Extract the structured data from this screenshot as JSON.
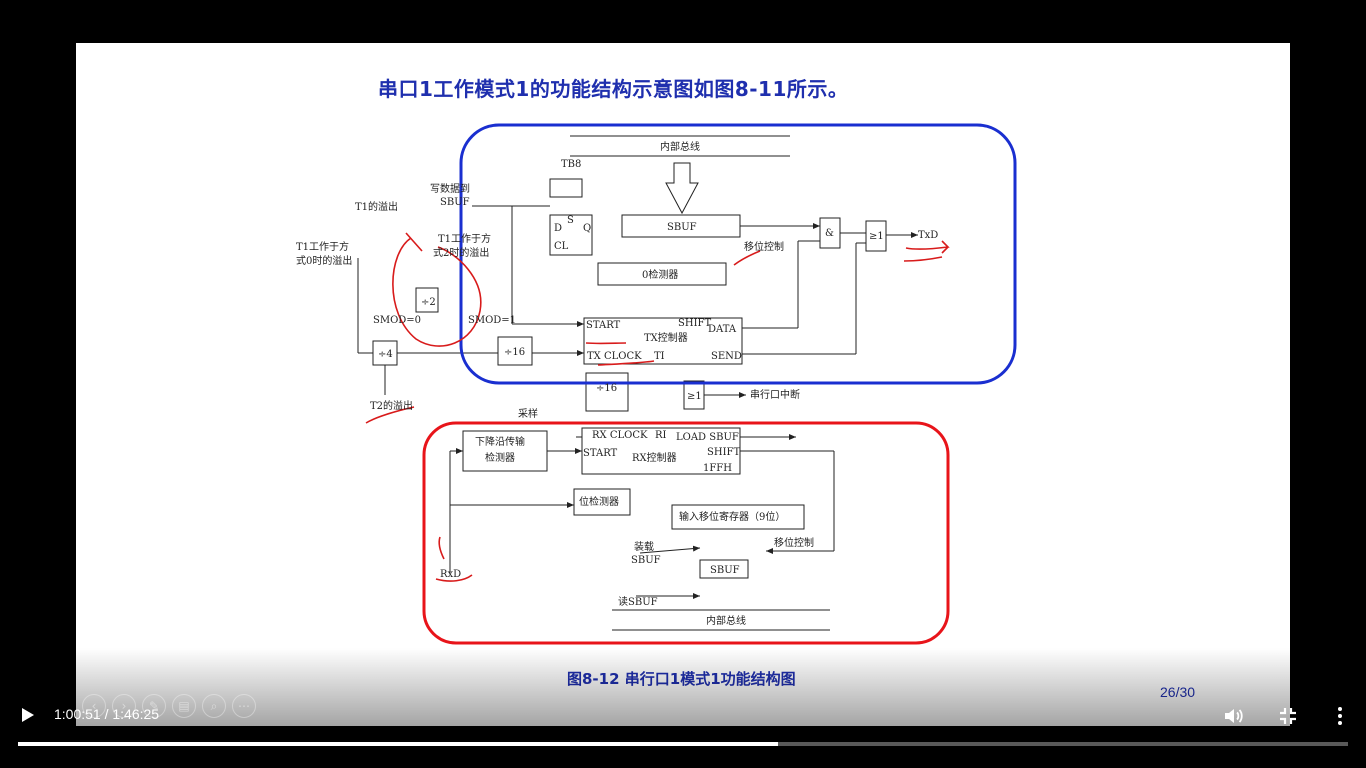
{
  "slide": {
    "title": "串口1工作模式1的功能结构示意图如图8-11所示。",
    "caption": "图8-12  串行口1模式1功能结构图",
    "counter": "26/30"
  },
  "diagram_labels": {
    "internal_bus_top": "内部总线",
    "tb8": "TB8",
    "write_sbuf_1": "写数据到",
    "write_sbuf_2": "SBUF",
    "t1_overflow": "T1的溢出",
    "t1_mode0_1": "T1工作于方",
    "t1_mode0_2": "式0时的溢出",
    "t1_mode2_1": "T1工作于方",
    "t1_mode2_2": "式2时的溢出",
    "div2": "÷2",
    "smod0": "SMOD=0",
    "smod1": "SMOD=1",
    "div4": "÷4",
    "div16_a": "÷16",
    "div16_b": "÷16",
    "t2_overflow": "T2的溢出",
    "ff_s": "S",
    "ff_d": "D",
    "ff_q": "Q",
    "ff_cl": "CL",
    "sbuf_tx": "SBUF",
    "zero_detector": "0检测器",
    "and_gate": "&",
    "or_gate": "≥1",
    "txd": "TxD",
    "shift_control_tx": "移位控制",
    "start_tx": "START",
    "shift_tx": "SHIFT",
    "data_tx": "DATA",
    "tx_controller": "TX控制器",
    "tx_clock": "TX CLOCK",
    "ti": "TI",
    "send": "SEND",
    "or_int": "≥1",
    "serial_interrupt": "串行口中断",
    "sampling": "采样",
    "falling_edge_1": "下降沿传输",
    "falling_edge_2": "检测器",
    "rx_clock": "RX CLOCK",
    "ri": "RI",
    "load_sbuf": "LOAD SBUF",
    "start_rx": "START",
    "rx_controller": "RX控制器",
    "shift_rx": "SHIFT",
    "ffh": "1FFH",
    "bit_detector": "位检测器",
    "input_shift_reg": "输入移位寄存器（9位）",
    "load_1": "装载",
    "load_2": "SBUF",
    "shift_control_rx": "移位控制",
    "sbuf_rx": "SBUF",
    "read_sbuf": "读SBUF",
    "internal_bus_bottom": "内部总线",
    "rxd": "RxD"
  },
  "annotations": {
    "tx_box_color": "#1a2fd0",
    "rx_box_color": "#e8141a",
    "ink_color": "#d81b1b"
  },
  "player": {
    "time": "1:00:51 / 1:46:25",
    "progress": 0.5714,
    "play_icon": "play-icon",
    "volume_icon": "volume-icon",
    "fullscreen_exit_icon": "fullscreen-exit-icon",
    "more_icon": "more-vert-icon"
  },
  "ppt_tools": [
    "prev-icon",
    "next-icon",
    "pen-icon",
    "slides-icon",
    "zoom-icon",
    "more-icon"
  ]
}
